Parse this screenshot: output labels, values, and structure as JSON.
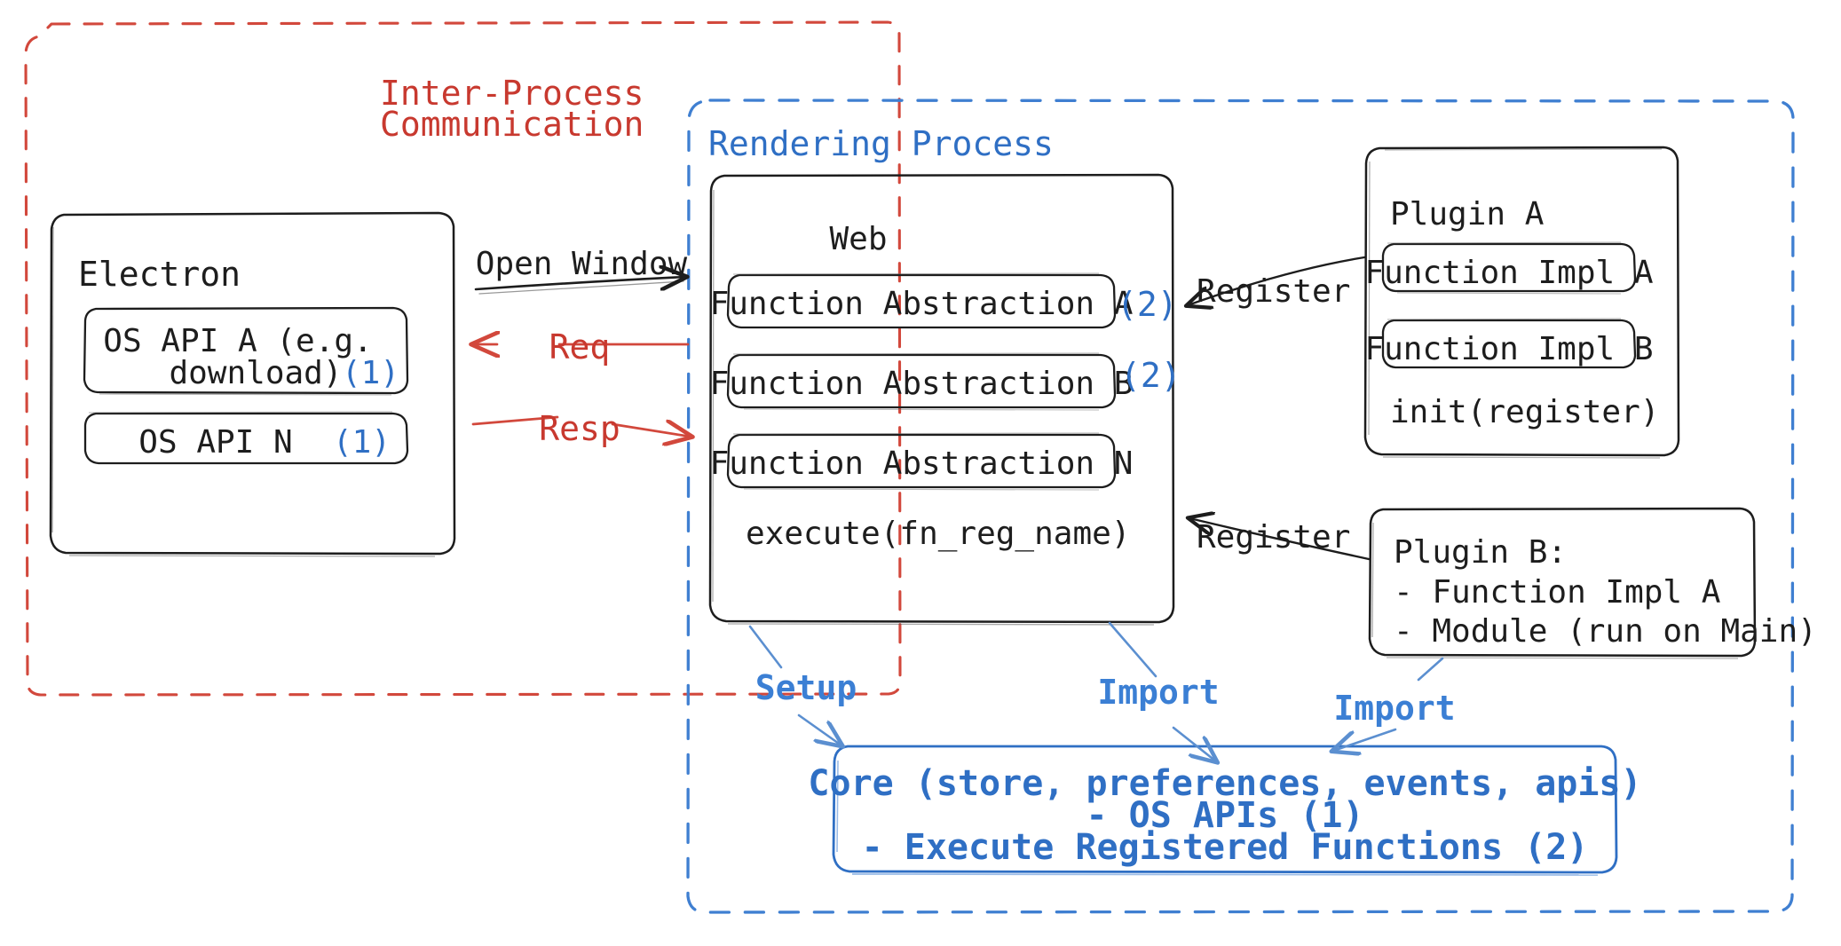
{
  "diagram": {
    "title": "Electron plugin architecture",
    "colors": {
      "ipc_red": "#c8392f",
      "process_blue": "#2f6fc4",
      "core_blue": "#3b7fd4",
      "ink": "#1d1d1d",
      "background": "#ffffff"
    }
  },
  "containers": {
    "ipc": {
      "label_line1": "Inter-Process",
      "label_line2": "Communication",
      "style": "dashed",
      "color": "#c8392f"
    },
    "rendering_process": {
      "label": "Rendering Process",
      "style": "dashed",
      "color": "#2f6fc4"
    }
  },
  "electron": {
    "title": "Electron",
    "apis": [
      {
        "label_line1": "OS API A (e.g.",
        "label_line2": "download)",
        "marker": "(1)"
      },
      {
        "label_line1": "OS API N",
        "label_line2": "",
        "marker": "(1)"
      }
    ]
  },
  "web": {
    "title": "Web",
    "abstractions": [
      {
        "label": "Function Abstraction A",
        "marker": "(2)"
      },
      {
        "label": "Function Abstraction B",
        "marker": "(2)"
      },
      {
        "label": "Function Abstraction N",
        "marker": ""
      }
    ],
    "footer": "execute(fn_reg_name)"
  },
  "plugin_a": {
    "title": "Plugin A",
    "items": [
      {
        "label": "Function Impl A"
      },
      {
        "label": "Function Impl B"
      }
    ],
    "footer": "init(register)"
  },
  "plugin_b": {
    "title": "Plugin B:",
    "lines": [
      "- Function Impl A",
      "- Module (run on Main)"
    ]
  },
  "core": {
    "line1": "Core (store, preferences, events, apis)",
    "line2": "- OS APIs (1)",
    "line3": "- Execute Registered Functions (2)"
  },
  "edges": [
    {
      "id": "open-window",
      "label": "Open Window",
      "color": "#1d1d1d",
      "from": "electron",
      "to": "rendering-process"
    },
    {
      "id": "req",
      "label": "Req",
      "color": "#c8392f",
      "from": "rendering-process",
      "to": "electron"
    },
    {
      "id": "resp",
      "label": "Resp",
      "color": "#c8392f",
      "from": "electron",
      "to": "rendering-process"
    },
    {
      "id": "register-a",
      "label": "Register",
      "color": "#1d1d1d",
      "from": "plugin-a",
      "to": "web"
    },
    {
      "id": "register-b",
      "label": "Register",
      "color": "#1d1d1d",
      "from": "plugin-b",
      "to": "web"
    },
    {
      "id": "setup",
      "label": "Setup",
      "color": "#3b7fd4",
      "from": "web",
      "to": "core"
    },
    {
      "id": "import-web",
      "label": "Import",
      "color": "#3b7fd4",
      "from": "web",
      "to": "core"
    },
    {
      "id": "import-plugin-b",
      "label": "Import",
      "color": "#3b7fd4",
      "from": "plugin-b",
      "to": "core"
    }
  ]
}
